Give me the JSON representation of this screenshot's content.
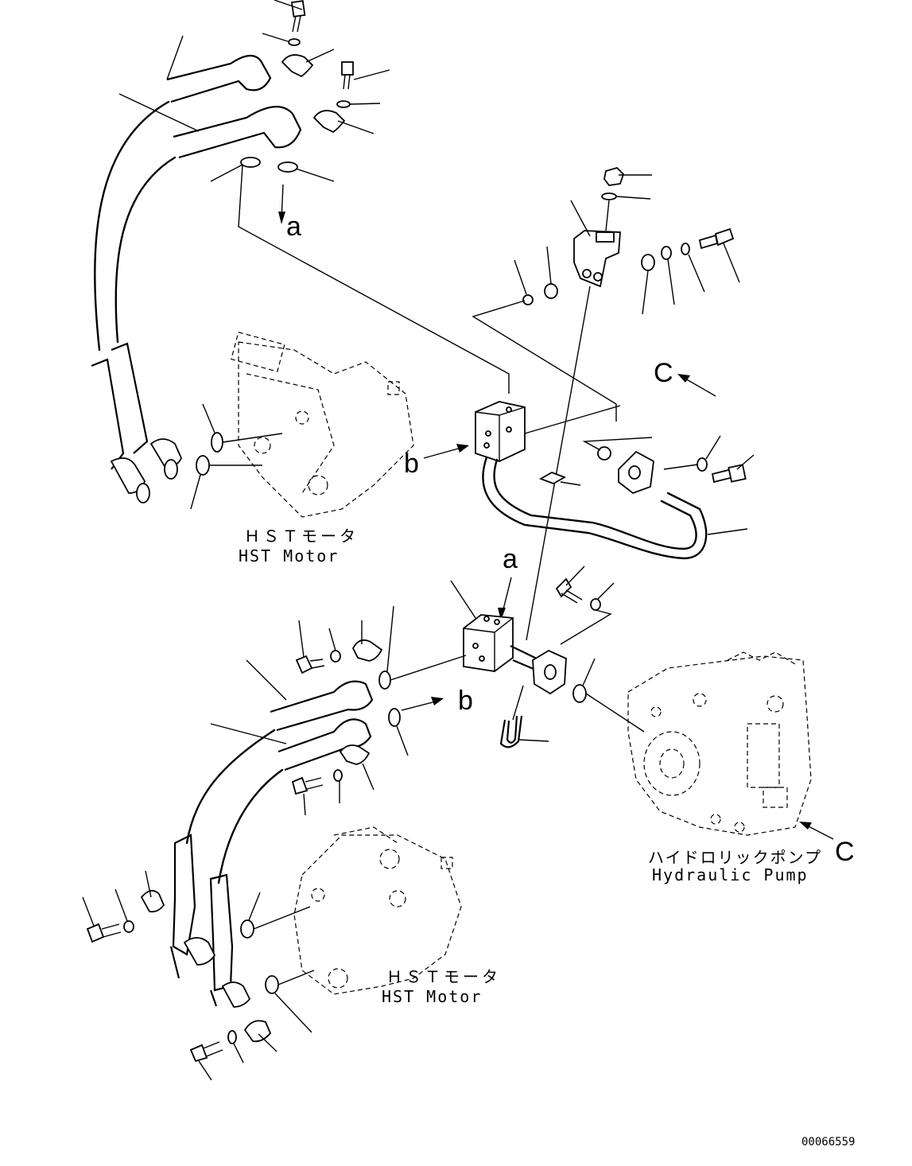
{
  "labels": {
    "motor_top_jp": "ＨＳＴモータ",
    "motor_top_en": "HST Motor",
    "motor_bottom_jp": "ＨＳＴモータ",
    "motor_bottom_en": "HST Motor",
    "pump_jp": "ハイドロリックポンプ",
    "pump_en": "Hydraulic Pump",
    "view_a_top": "a",
    "view_a_block": "a",
    "view_b_left": "b",
    "view_b_right": "b",
    "view_c_top": "C",
    "view_c_pump": "C",
    "figure_id": "00066559"
  }
}
